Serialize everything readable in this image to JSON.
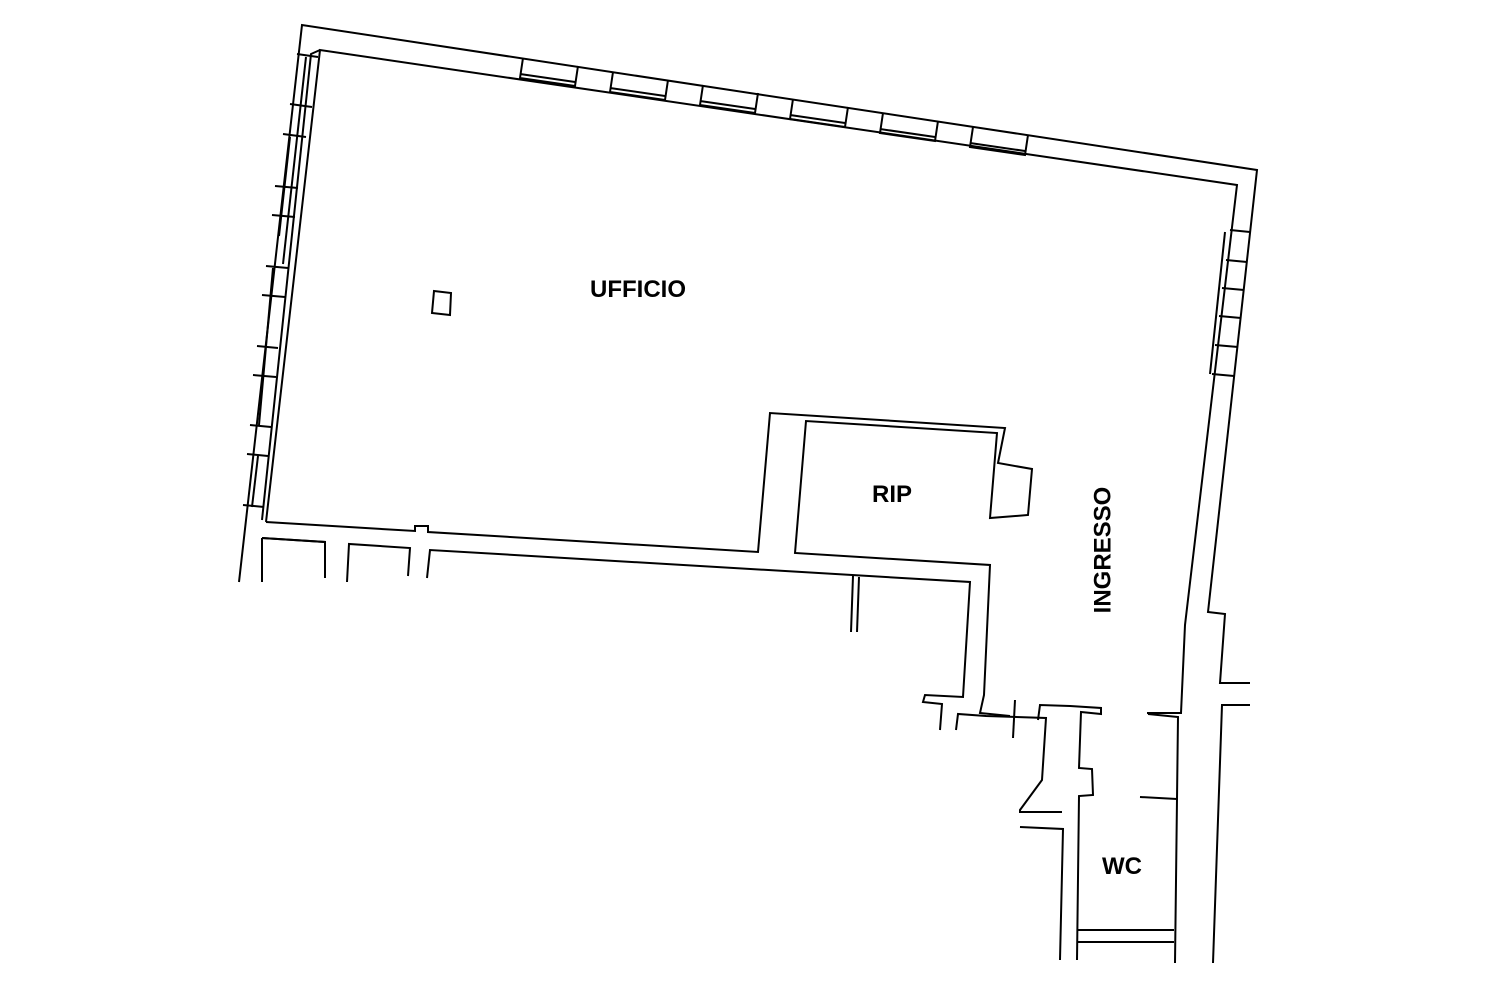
{
  "rooms": {
    "ufficio": "UFFICIO",
    "rip": "RIP",
    "ingresso": "INGRESSO",
    "wc": "WC"
  },
  "colors": {
    "line": "#000000",
    "background": "#ffffff"
  }
}
